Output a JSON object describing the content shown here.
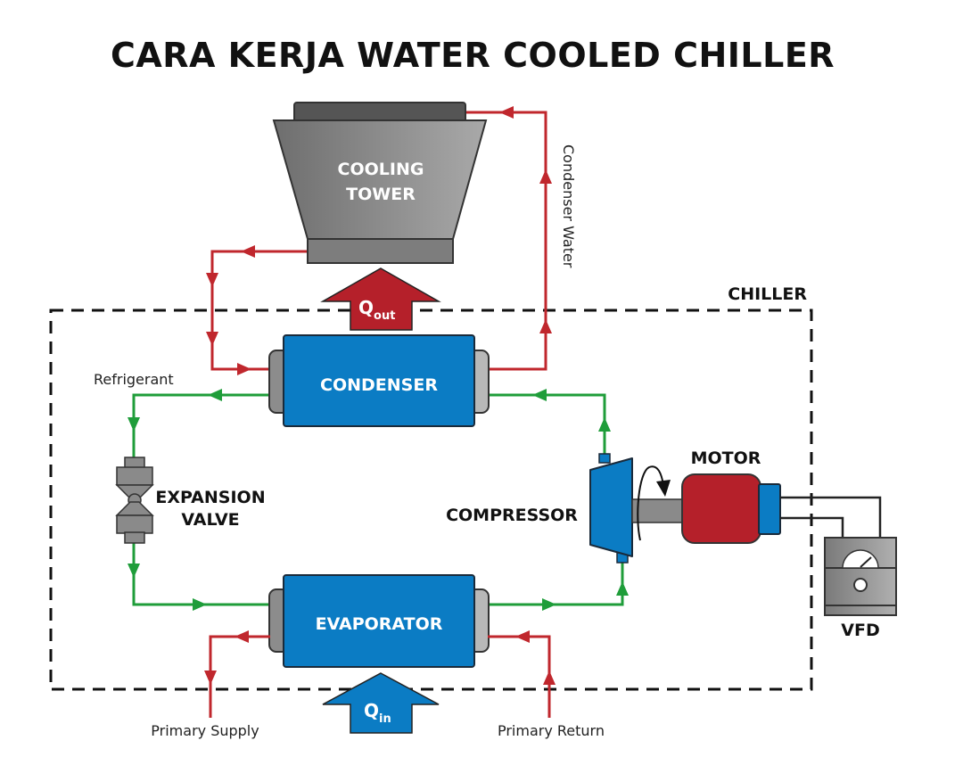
{
  "title": "CARA KERJA WATER COOLED CHILLER",
  "components": {
    "cooling_tower": {
      "line1": "COOLING",
      "line2": "TOWER"
    },
    "condenser": "CONDENSER",
    "evaporator": "EVAPORATOR",
    "expansion_valve": {
      "line1": "EXPANSION",
      "line2": "VALVE"
    },
    "compressor": "COMPRESSOR",
    "motor": "MOTOR",
    "vfd": "VFD",
    "chiller_boundary": "CHILLER"
  },
  "heat_flows": {
    "q_out": {
      "symbol": "Q",
      "subscript": "out"
    },
    "q_in": {
      "symbol": "Q",
      "subscript": "in"
    }
  },
  "flow_labels": {
    "condenser_water": "Condenser Water",
    "refrigerant": "Refrigerant",
    "primary_supply": "Primary Supply",
    "primary_return": "Primary Return"
  },
  "colors": {
    "water_line": "#c0272d",
    "refrigerant_line": "#1f9d3a",
    "vessel_blue": "#0b7cc4",
    "motor_red": "#b5202a",
    "equipment_gray": "#8a8a8a"
  }
}
